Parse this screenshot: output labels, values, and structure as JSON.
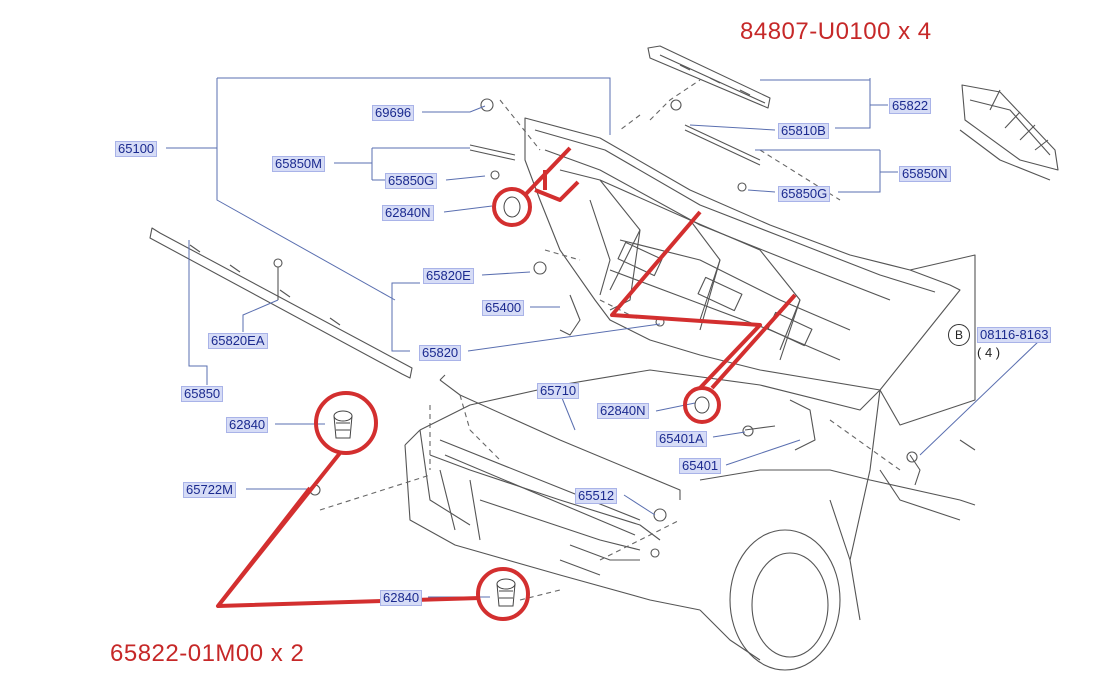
{
  "callouts": {
    "top_right": "84807-U0100 x 4",
    "bottom_left": "65822-01M00 x 2"
  },
  "labels": {
    "p69696": "69696",
    "p65100": "65100",
    "p65850M": "65850M",
    "p65850G_a": "65850G",
    "p62840N_a": "62840N",
    "p65822": "65822",
    "p65810B": "65810B",
    "p65850N": "65850N",
    "p65850G_b": "65850G",
    "p65820E": "65820E",
    "p65400": "65400",
    "p65820EA": "65820EA",
    "p65820": "65820",
    "p65850": "65850",
    "p62840_a": "62840",
    "p65710": "65710",
    "p62840N_b": "62840N",
    "p65401A": "65401A",
    "p65401": "65401",
    "p65722M": "65722M",
    "p65512": "65512",
    "p62840_b": "62840",
    "p08116": "08116-8163",
    "b_marker": "B",
    "qty": "( 4 )"
  },
  "colors": {
    "label_text": "#1b2a8f",
    "label_bg": "#d6dcf6",
    "highlight_red": "#d32f2f",
    "leader_blue": "#5a6fb0",
    "line_art": "#555555"
  }
}
